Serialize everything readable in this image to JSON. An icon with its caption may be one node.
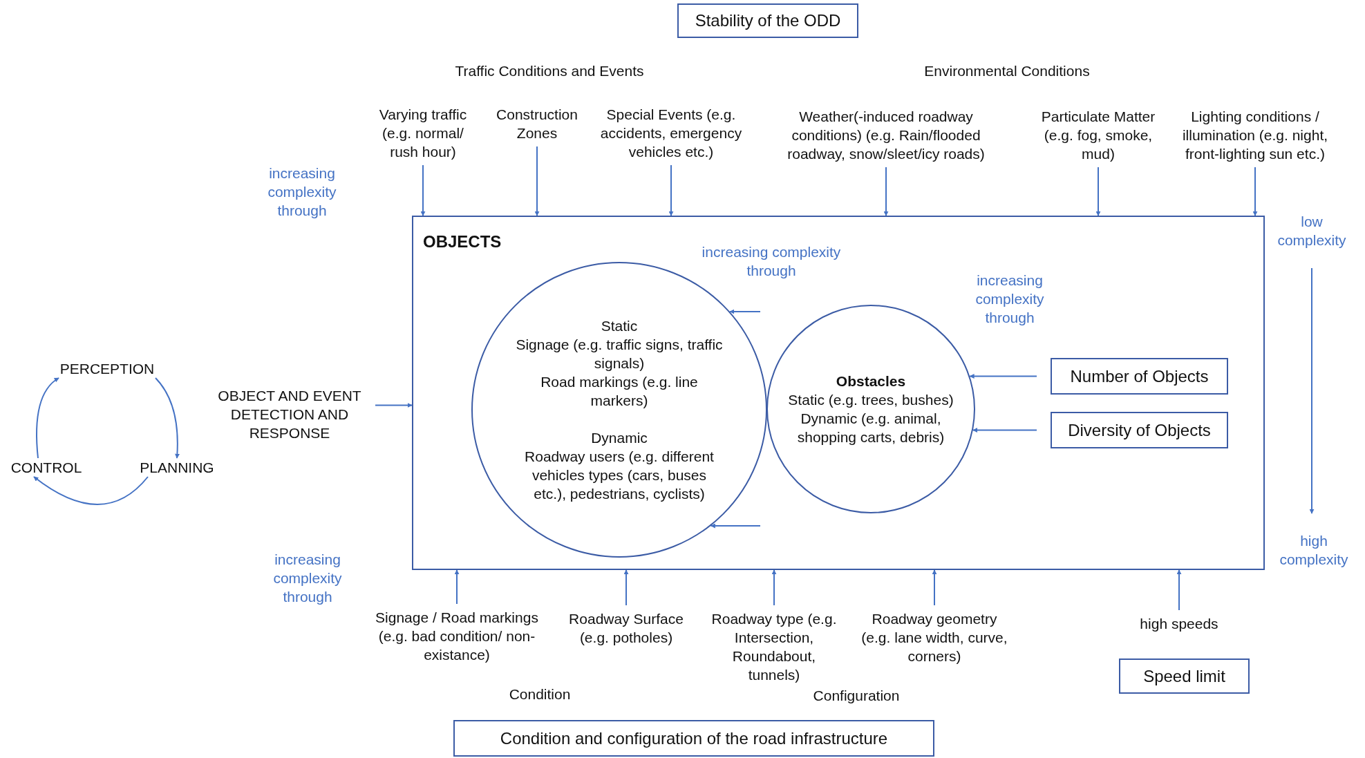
{
  "diagram": {
    "nodes": [
      {
        "text": [
          "Stability of the ODD"
        ]
      },
      {
        "text": [
          "OBJECTS"
        ]
      },
      {
        "text": [
          "Static",
          "Signage (e.g. traffic signs, traffic signals)",
          "Road markings (e.g. line markers)",
          "Dynamic",
          "Roadway users (e.g. different vehicles types (cars, buses etc.), pedestrians, cyclists)"
        ],
        "in": 1
      },
      {
        "text": [
          "Obstacles",
          "Static (e.g. trees, bushes)",
          "Dynamic (e.g. animal, shopping carts, debris)"
        ],
        "in": 1
      },
      {
        "text": [
          "Number of Objects"
        ],
        "in": 1
      },
      {
        "text": [
          "Diversity of Objects"
        ],
        "in": 1
      },
      {
        "text": [
          "Speed limit"
        ]
      },
      {
        "text": [
          "Condition and configuration of the road infrastructure"
        ]
      },
      {
        "text": [
          "Varying traffic (e.g. normal/ rush hour)"
        ]
      },
      {
        "text": [
          "Construction Zones"
        ]
      },
      {
        "text": [
          "Special Events (e.g. accidents, emergency vehicles etc.)"
        ]
      },
      {
        "text": [
          "Weather(-induced roadway conditions) (e.g. Rain/flooded roadway, snow/sleet/icy roads)"
        ]
      },
      {
        "text": [
          "Particulate Matter (e.g. fog, smoke, mud)"
        ]
      },
      {
        "text": [
          "Lighting conditions / illumination (e.g. night, front-lighting sun etc.)"
        ]
      },
      {
        "text": [
          "Signage / Road markings (e.g. bad condition/ non-existance)"
        ]
      },
      {
        "text": [
          "Roadway Surface (e.g. potholes)"
        ]
      },
      {
        "text": [
          "Roadway type (e.g. Intersection, Roundabout, tunnels)"
        ]
      },
      {
        "text": [
          "Roadway geometry (e.g. lane width, curve, corners)"
        ]
      },
      {
        "text": [
          "high speeds"
        ]
      },
      {
        "text": [
          "OBJECT AND EVENT DETECTION AND RESPONSE"
        ]
      },
      {
        "text": [
          "PERCEPTION"
        ]
      },
      {
        "text": [
          "PLANNING"
        ]
      },
      {
        "text": [
          "CONTROL"
        ]
      }
    ],
    "edges": [
      {
        "from": 8,
        "to": 1,
        "arrow": "to"
      },
      {
        "from": 9,
        "to": 1,
        "arrow": "to"
      },
      {
        "from": 10,
        "to": 1,
        "arrow": "to"
      },
      {
        "from": 11,
        "to": 1,
        "arrow": "to"
      },
      {
        "from": 12,
        "to": 1,
        "arrow": "to"
      },
      {
        "from": 13,
        "to": 1,
        "arrow": "to"
      },
      {
        "from": 14,
        "to": 1,
        "arrow": "to"
      },
      {
        "from": 15,
        "to": 1,
        "arrow": "to"
      },
      {
        "from": 16,
        "to": 1,
        "arrow": "to"
      },
      {
        "from": 17,
        "to": 1,
        "arrow": "to"
      },
      {
        "from": 18,
        "to": 1,
        "arrow": "to"
      },
      {
        "from": 19,
        "to": 1,
        "arrow": "to"
      },
      {
        "from": 4,
        "to": 3,
        "arrow": "to"
      },
      {
        "from": 5,
        "to": 3,
        "arrow": "to"
      },
      {
        "from": null,
        "to": 2,
        "arrow": "to"
      },
      {
        "from": null,
        "to": 2,
        "arrow": "to"
      },
      {
        "from": 20,
        "to": 21,
        "arrow": "to"
      },
      {
        "from": 21,
        "to": 22,
        "arrow": "to"
      },
      {
        "from": 22,
        "to": 20,
        "arrow": "to"
      }
    ],
    "labels": [
      "Traffic Conditions and Events",
      "Environmental Conditions",
      "increasing complexity through",
      "low complexity",
      "increasing complexity through",
      "increasing complexity through",
      "high complexity",
      "increasing complexity through",
      "Condition",
      "Configuration"
    ]
  }
}
